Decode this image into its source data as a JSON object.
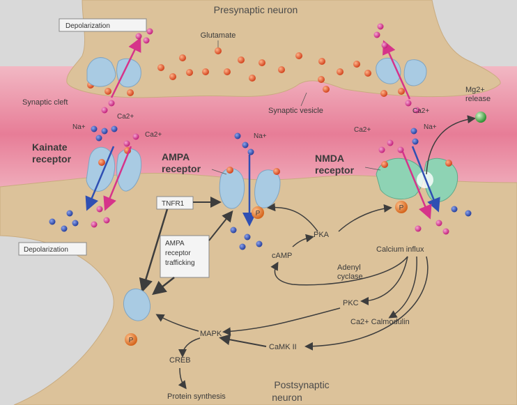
{
  "title_presynaptic": "Presynaptic neuron",
  "title_postsynaptic_1": "Postsynaptic",
  "title_postsynaptic_2": "neuron",
  "labels": {
    "glutamate": "Glutamate",
    "synaptic_cleft": "Synaptic cleft",
    "synaptic_vesicle": "Synaptic vesicle",
    "depolarization_top": "Depolarization",
    "depolarization_bottom": "Depolarization",
    "kainate_1": "Kainate",
    "kainate_2": "receptor",
    "ampa_1": "AMPA",
    "ampa_2": "receptor",
    "nmda_1": "NMDA",
    "nmda_2": "receptor",
    "mg_release_1": "Mg2+",
    "mg_release_2": "release",
    "na_left": "Na+",
    "na_mid": "Na+",
    "na_right": "Na+",
    "ca_left_top": "Ca2+",
    "ca_left_mid": "Ca2+",
    "ca_right_top": "Ca2+",
    "ca_right_mid": "Ca2+",
    "tnfr1": "TNFR1",
    "ampa_traffic_1": "AMPA",
    "ampa_traffic_2": "receptor",
    "ampa_traffic_3": "trafficking",
    "pka": "PKA",
    "camp": "cAMP",
    "calcium_influx": "Calcium influx",
    "adenyl_1": "Adenyl",
    "adenyl_2": "cyclase",
    "pkc": "PKC",
    "calmodulin": "Ca2+ Calmodulin",
    "camk": "CaMK II",
    "mapk": "MAPK",
    "creb": "CREB",
    "protein_synthesis": "Protein synthesis",
    "p1": "P",
    "p2": "P",
    "p3": "P"
  },
  "colors": {
    "neuron": "#dcc29a",
    "cleft": "#e98aa1",
    "glutamate": "#e0552b",
    "calcium": "#d6338a",
    "sodium": "#2f4fb3",
    "receptor": "#a9cbe3",
    "nmda": "#8ed3b4",
    "phospho": "#e07a30",
    "mg": "#49b34a"
  }
}
